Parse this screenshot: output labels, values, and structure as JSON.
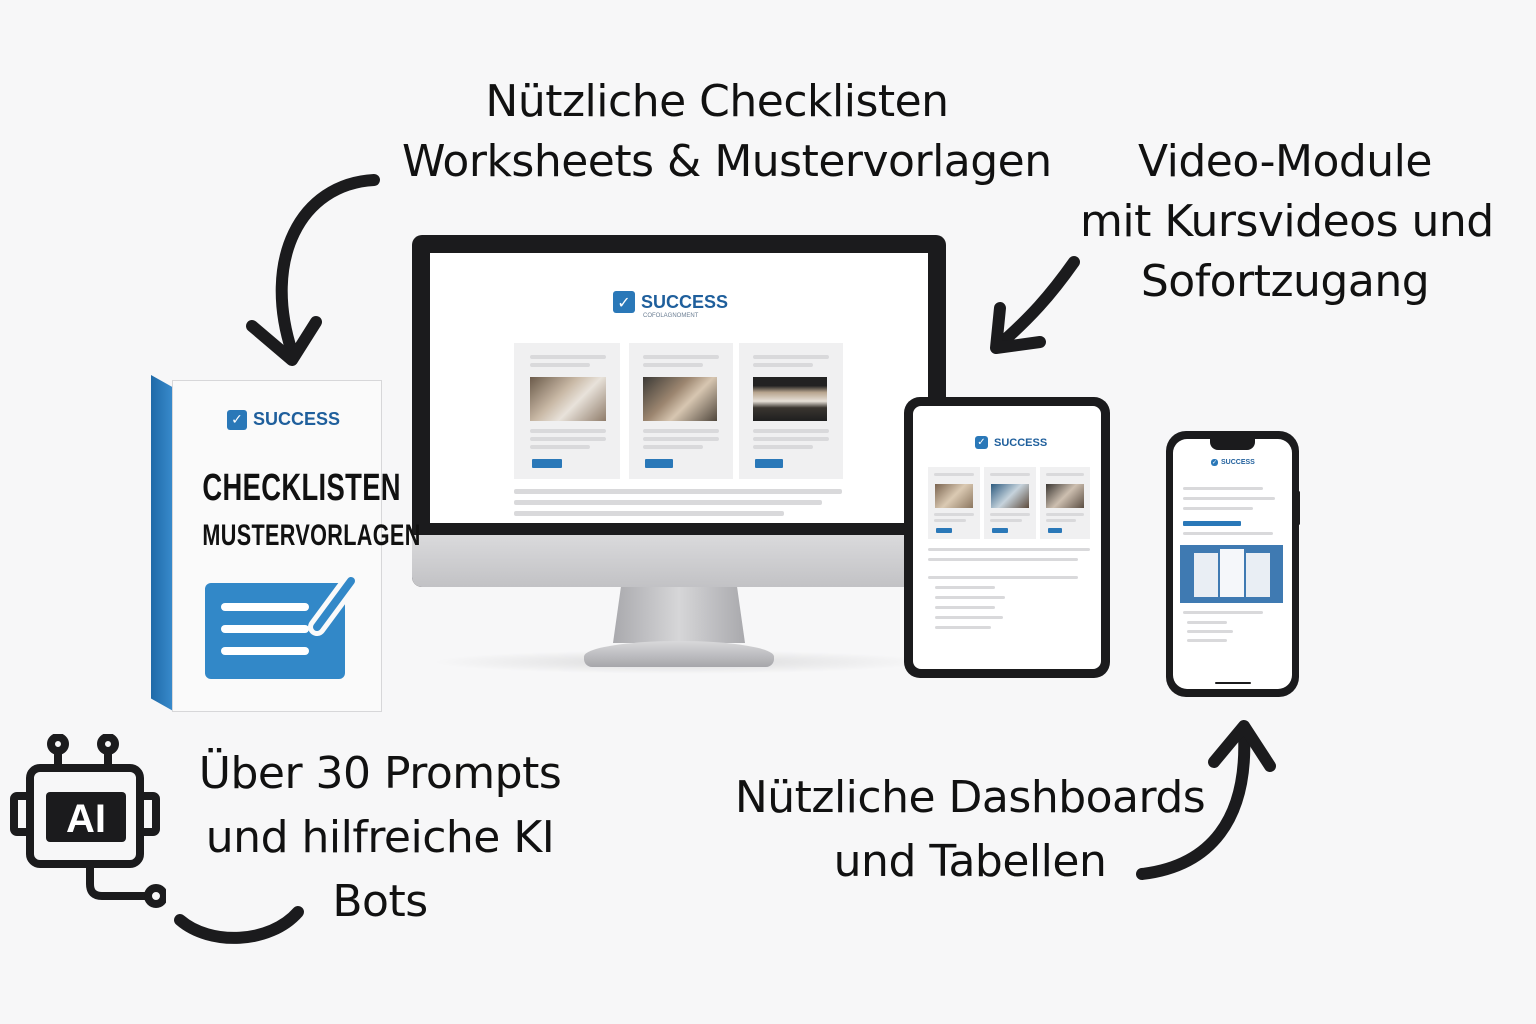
{
  "captions": {
    "checklists": [
      "Nützliche Checklisten",
      "Worksheets & Mustervorlagen"
    ],
    "video": [
      "Video-Module",
      "mit Kursvideos und",
      "Sofortzugang"
    ],
    "prompts": [
      "Über 30 Prompts",
      "und hilfreiche KI",
      "Bots"
    ],
    "dashboards": [
      "Nützliche Dashboards",
      "und Tabellen"
    ]
  },
  "monitor": {
    "logo_text": "SUCCESS",
    "logo_subtext": "COFOLAGNOMENT"
  },
  "tablet": {
    "logo_text": "SUCCESS"
  },
  "phone": {
    "logo_text": "SUCCESS"
  },
  "product_box": {
    "logo_text": "SUCCESS",
    "title_line1": "CHECKLISTEN",
    "title_line2": "MUSTERVORLAGEN"
  },
  "ai_icon": {
    "label": "AI"
  },
  "colors": {
    "brand_blue": "#2a78b8",
    "dark": "#1b1b1d",
    "background": "#f7f7f8"
  },
  "icons": [
    "check-icon",
    "ai-robot-icon",
    "curved-arrow-icon"
  ]
}
